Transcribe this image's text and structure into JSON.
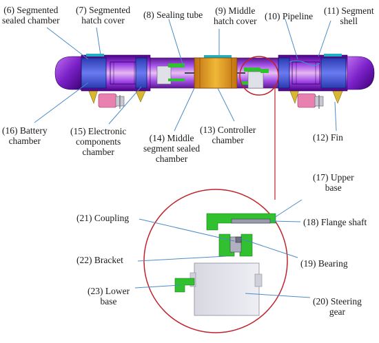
{
  "labels": {
    "l6": [
      "(6) Segmented",
      "sealed chamber"
    ],
    "l7": [
      "(7) Segmented",
      "hatch cover"
    ],
    "l8": [
      "(8) Sealing tube"
    ],
    "l9": [
      "(9) Middle",
      "hatch cover"
    ],
    "l10": [
      "(10) Pipeline"
    ],
    "l11": [
      "(11) Segment",
      "shell"
    ],
    "l12": [
      "(12) Fin"
    ],
    "l13": [
      "(13) Controller",
      "chamber"
    ],
    "l14": [
      "(14) Middle",
      "segment sealed",
      "chamber"
    ],
    "l15": [
      "(15) Electronic",
      "components",
      "chamber"
    ],
    "l16": [
      "(16) Battery",
      "chamber"
    ],
    "l17": [
      "(17) Upper",
      "base"
    ],
    "l18": [
      "(18) Flange shaft"
    ],
    "l19": [
      "(19) Bearing"
    ],
    "l20": [
      "(20) Steering",
      "gear"
    ],
    "l21": [
      "(21) Coupling"
    ],
    "l22": [
      "(22) Bracket"
    ],
    "l23": [
      "(23) Lower",
      "base"
    ]
  },
  "colors": {
    "hull_purple": "#8a2be2",
    "hull_dark": "#4b0082",
    "hull_light": "#e8b8f0",
    "battery_blue": "#4a5ae0",
    "controller_orange": "#e8a020",
    "hatch_teal": "#20b0c0",
    "fin_yellow": "#d8b830",
    "motor_pink": "#e880b0",
    "leader_line": "#4a8ac8",
    "zoom_circle": "#c0202a",
    "mech_green": "#30c030",
    "gear_gray": "#e0e0e8"
  }
}
